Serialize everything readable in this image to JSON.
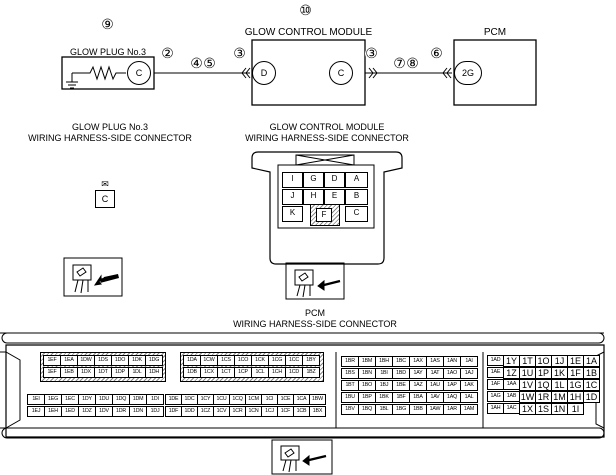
{
  "circuit": {
    "glow_plug_label": "GLOW PLUG No.3",
    "glow_plug_pin": "C",
    "module_label": "GLOW CONTROL MODULE",
    "module_pin_left": "D",
    "module_pin_right": "C",
    "pcm_label": "PCM",
    "pcm_pin": "2G",
    "markers": {
      "m9": "⑨",
      "m2": "②",
      "m4": "④",
      "m5": "⑤",
      "m3a": "③",
      "m10": "⑩",
      "m3b": "③",
      "m7": "⑦",
      "m8": "⑧",
      "m6": "⑥"
    }
  },
  "glow_plug_connector": {
    "caption_line1": "GLOW PLUG No.3",
    "caption_line2": "WIRING HARNESS-SIDE CONNECTOR",
    "pin": "C"
  },
  "module_connector": {
    "caption_line1": "GLOW CONTROL MODULE",
    "caption_line2": "WIRING HARNESS-SIDE CONNECTOR",
    "rows": [
      [
        "I",
        "G",
        "D",
        "A"
      ],
      [
        "J",
        "H",
        "E",
        "B"
      ],
      [
        "K",
        "F",
        "C"
      ]
    ]
  },
  "pcm_connector": {
    "caption_line1": "PCM",
    "caption_line2": "WIRING HARNESS-SIDE CONNECTOR",
    "block1_top": [
      "1EF",
      "1EA",
      "1DW",
      "1DS",
      "1DO",
      "1DK",
      "1DG"
    ],
    "block1_mid": [
      "1EF",
      "1EB",
      "1DX",
      "1DT",
      "1DP",
      "1DL",
      "1DH"
    ],
    "block1_row3": [
      "1EI",
      "1EG",
      "1EC",
      "1DY",
      "1DU",
      "1DQ",
      "1DM",
      "1DI"
    ],
    "block1_row4": [
      "1EJ",
      "1EH",
      "1ED",
      "1DZ",
      "1DV",
      "1DR",
      "1DN",
      "1DJ"
    ],
    "block2_top": [
      "1DA",
      "1CW",
      "1CS",
      "1CO",
      "1CK",
      "1CG",
      "1CC",
      "1BY"
    ],
    "block2_mid": [
      "1DB",
      "1CX",
      "1CT",
      "1CP",
      "1CL",
      "1CH",
      "1CD",
      "1BZ"
    ],
    "block2_row3": [
      "1DE",
      "1DC",
      "1CY",
      "1CU",
      "1CQ",
      "1CM",
      "1CI",
      "1CE",
      "1CA",
      "1BW"
    ],
    "block2_row4": [
      "1DF",
      "1DD",
      "1CZ",
      "1CV",
      "1CR",
      "1CN",
      "1CJ",
      "1CF",
      "1CB",
      "1BX"
    ],
    "block3": [
      [
        "1BR",
        "1BM",
        "1BH",
        "1BC",
        "1AX",
        "1AS",
        "1AN",
        "1AI"
      ],
      [
        "1BS",
        "1BN",
        "1BI",
        "1BD",
        "1AY",
        "1AT",
        "1AO",
        "1AJ"
      ],
      [
        "1BT",
        "1BO",
        "1BJ",
        "1BE",
        "1AZ",
        "1AU",
        "1AP",
        "1AK"
      ],
      [
        "1BU",
        "1BP",
        "1BK",
        "1BF",
        "1BA",
        "1AV",
        "1AQ",
        "1AL"
      ],
      [
        "1BV",
        "1BQ",
        "1BL",
        "1BG",
        "1BB",
        "1AW",
        "1AR",
        "1AM"
      ]
    ],
    "block4": [
      [
        "1AD",
        "1Y",
        "1T",
        "1O",
        "1J",
        "1E",
        "1A"
      ],
      [
        "1AE",
        "1Z",
        "1U",
        "1P",
        "1K",
        "1F",
        "1B"
      ],
      [
        "1AF",
        "1AA",
        "1V",
        "1Q",
        "1L",
        "1G",
        "1C"
      ],
      [
        "1AG",
        "1AB",
        "1W",
        "1R",
        "1M",
        "1H",
        "1D"
      ],
      [
        "1AH",
        "1AC",
        "1X",
        "1S",
        "1N",
        "1I",
        ""
      ]
    ]
  }
}
